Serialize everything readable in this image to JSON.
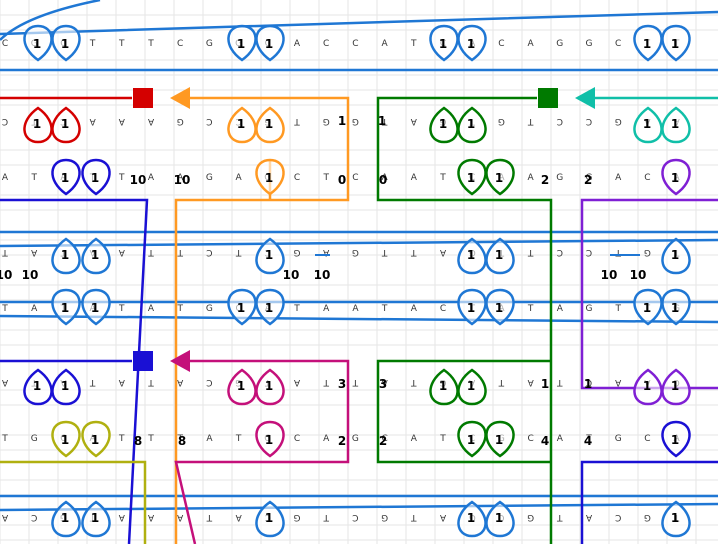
{
  "colors": {
    "background": "#ffffff",
    "grid": "#e6e6e6",
    "helix_blue": "#1f77d4",
    "red": "#d40000",
    "orange": "#ff9922",
    "green": "#007a00",
    "teal": "#10bfa8",
    "purple": "#7f1fd4",
    "navy": "#1a10d4",
    "magenta": "#c4107a",
    "olive": "#b0b010"
  },
  "rows": [
    {
      "bases": [
        "C",
        "G",
        "C",
        "T",
        "T",
        "T",
        "C",
        "G",
        "G",
        "C",
        "A",
        "C",
        "C",
        "A",
        "T",
        "C",
        "A",
        "C",
        "A",
        "G",
        "G",
        "C",
        "T",
        "T"
      ]
    },
    {
      "bases": [
        "C",
        "T",
        "C",
        "A",
        "A",
        "A",
        "G",
        "C",
        "C",
        "G",
        "T",
        "G",
        "G",
        "T",
        "A",
        "G",
        "T",
        "G",
        "T",
        "C",
        "C",
        "G",
        "A",
        "A"
      ]
    },
    {
      "bases": [
        "A",
        "T",
        "A",
        "T",
        "T",
        "A",
        "A",
        "G",
        "A",
        "G",
        "C",
        "T",
        "C",
        "A",
        "A",
        "T",
        "C",
        "A",
        "A",
        "G",
        "G",
        "A",
        "C",
        "A"
      ]
    },
    {
      "bases": [
        "T",
        "A",
        "T",
        "A",
        "A",
        "T",
        "T",
        "C",
        "T",
        "C",
        "G",
        "A",
        "G",
        "T",
        "T",
        "A",
        "G",
        "T",
        "T",
        "C",
        "C",
        "T",
        "G",
        "T"
      ]
    },
    {
      "bases": [
        "T",
        "A",
        "T",
        "A",
        "T",
        "A",
        "T",
        "G",
        "C",
        "A",
        "T",
        "A",
        "A",
        "T",
        "A",
        "C",
        "T",
        "A",
        "T",
        "A",
        "G",
        "T",
        "T",
        "G"
      ]
    },
    {
      "bases": [
        "A",
        "T",
        "A",
        "T",
        "A",
        "T",
        "A",
        "C",
        "G",
        "T",
        "A",
        "T",
        "T",
        "A",
        "T",
        "G",
        "A",
        "T",
        "A",
        "T",
        "C",
        "A",
        "A",
        "C"
      ]
    },
    {
      "bases": [
        "T",
        "G",
        "C",
        "A",
        "T",
        "T",
        "T",
        "A",
        "T",
        "G",
        "C",
        "A",
        "G",
        "C",
        "A",
        "T",
        "C",
        "G",
        "C",
        "A",
        "T",
        "G",
        "C",
        "A"
      ]
    },
    {
      "bases": [
        "A",
        "C",
        "G",
        "T",
        "A",
        "A",
        "A",
        "T",
        "A",
        "C",
        "G",
        "T",
        "C",
        "G",
        "T",
        "A",
        "G",
        "C",
        "G",
        "T",
        "A",
        "C",
        "G",
        "T"
      ]
    }
  ],
  "loop_label": "1",
  "strand_labels": [
    {
      "text": "1"
    },
    {
      "text": "1"
    },
    {
      "text": "10"
    },
    {
      "text": "10"
    },
    {
      "text": "0"
    },
    {
      "text": "0"
    },
    {
      "text": "2"
    },
    {
      "text": "2"
    },
    {
      "text": "10"
    },
    {
      "text": "10"
    },
    {
      "text": "10"
    },
    {
      "text": "10"
    },
    {
      "text": "10"
    },
    {
      "text": "10"
    },
    {
      "text": "3"
    },
    {
      "text": "3"
    },
    {
      "text": "1"
    },
    {
      "text": "1"
    },
    {
      "text": "8"
    },
    {
      "text": "8"
    },
    {
      "text": "2"
    },
    {
      "text": "2"
    },
    {
      "text": "4"
    },
    {
      "text": "4"
    }
  ]
}
